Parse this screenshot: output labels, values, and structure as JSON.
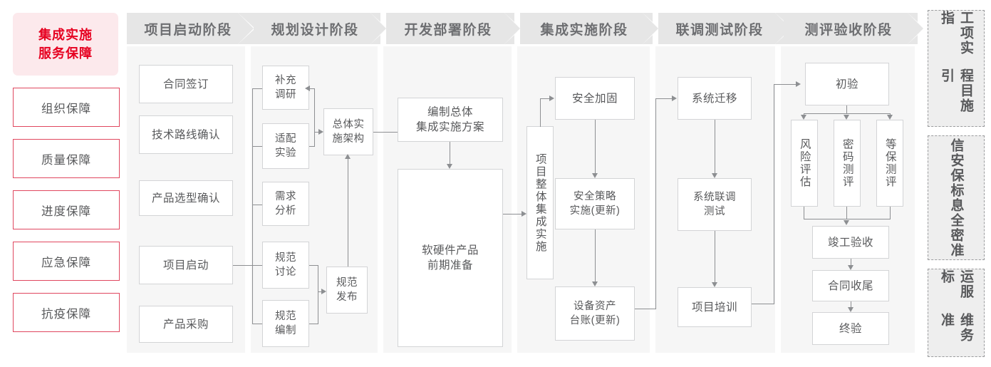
{
  "guarantee": {
    "title_lines": [
      "集成实施",
      "服务保障"
    ],
    "items": [
      {
        "label": "组织保障"
      },
      {
        "label": "质量保障"
      },
      {
        "label": "进度保障"
      },
      {
        "label": "应急保障"
      },
      {
        "label": "抗疫保障"
      }
    ],
    "accent_color": "#e60020",
    "border_color": "#e0475f",
    "bg_color": "#fce9ec"
  },
  "phases": [
    {
      "id": "startup",
      "header": "项目启动阶段",
      "nodes": [
        {
          "id": "contract-sign",
          "label": "合同签订"
        },
        {
          "id": "tech-route",
          "label": "技术路线确认"
        },
        {
          "id": "product-select",
          "label": "产品选型确认"
        },
        {
          "id": "project-kickoff",
          "label": "项目启动"
        },
        {
          "id": "product-purchase",
          "label": "产品采购"
        }
      ]
    },
    {
      "id": "planning",
      "header": "规划设计阶段",
      "nodes": [
        {
          "id": "supplement-research",
          "label": "补充\n调研"
        },
        {
          "id": "adapt-experiment",
          "label": "适配\n实验"
        },
        {
          "id": "requirement-analysis",
          "label": "需求\n分析"
        },
        {
          "id": "spec-discussion",
          "label": "规范\n讨论"
        },
        {
          "id": "spec-drafting",
          "label": "规范\n编制"
        },
        {
          "id": "overall-architecture",
          "label": "总体实\n施架构"
        },
        {
          "id": "spec-release",
          "label": "规范\n发布"
        }
      ]
    },
    {
      "id": "development",
      "header": "开发部署阶段",
      "nodes": [
        {
          "id": "overall-plan",
          "label": "编制总体\n集成实施方案"
        },
        {
          "id": "hw-sw-prep",
          "label": "软硬件产品\n前期准备"
        }
      ]
    },
    {
      "id": "integration",
      "header": "集成实施阶段",
      "nodes": [
        {
          "id": "overall-integration",
          "label": "项目整体集成实施"
        },
        {
          "id": "security-hardening",
          "label": "安全加固"
        },
        {
          "id": "security-policy",
          "label": "安全策略\n实施(更新)"
        },
        {
          "id": "asset-ledger",
          "label": "设备资产\n台账(更新)"
        }
      ]
    },
    {
      "id": "joint-test",
      "header": "联调测试阶段",
      "nodes": [
        {
          "id": "system-migration",
          "label": "系统迁移"
        },
        {
          "id": "joint-debug-test",
          "label": "系统联调\n测试"
        },
        {
          "id": "project-training",
          "label": "项目培训"
        }
      ]
    },
    {
      "id": "acceptance",
      "header": "测评验收阶段",
      "nodes": [
        {
          "id": "initial-acceptance",
          "label": "初验"
        },
        {
          "id": "risk-assessment",
          "label": "风险评估"
        },
        {
          "id": "crypto-evaluation",
          "label": "密码测评"
        },
        {
          "id": "mlps-evaluation",
          "label": "等保测评"
        },
        {
          "id": "completion-acceptance",
          "label": "竣工验收"
        },
        {
          "id": "contract-closure",
          "label": "合同收尾"
        },
        {
          "id": "final-acceptance",
          "label": "终验"
        }
      ]
    }
  ],
  "standards": [
    {
      "id": "engineering-guide",
      "col_right": "程目施引",
      "col_left": "工项实指",
      "full": "工程项目实施指引"
    },
    {
      "id": "infosec-standard",
      "col_right": "息全密准",
      "col_left": "信安保标",
      "full": "信息安全保密标准"
    },
    {
      "id": "ops-standard",
      "col_right": "维务准",
      "col_left": "运服标",
      "full": "运维服务标准"
    }
  ]
}
